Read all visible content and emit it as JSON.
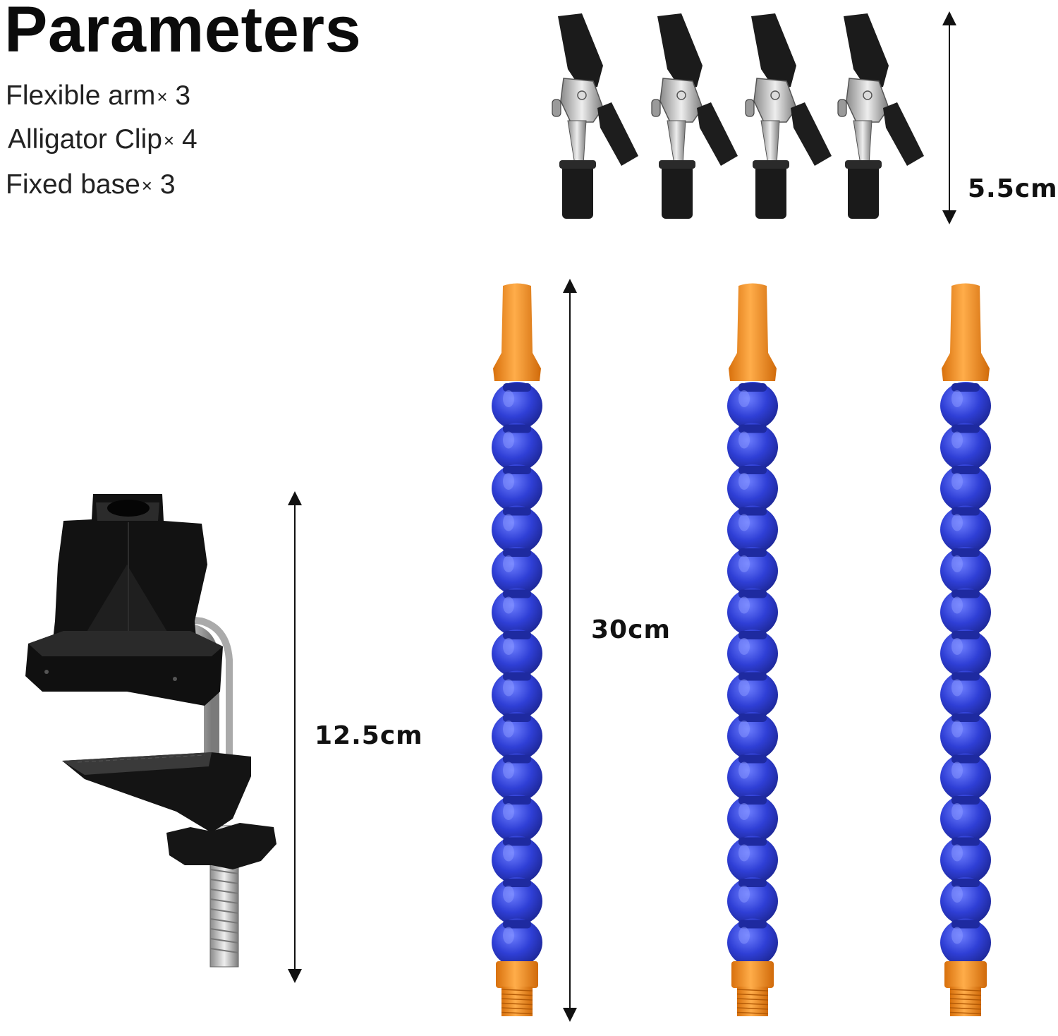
{
  "header": {
    "title": "Parameters"
  },
  "specs": [
    {
      "name": "Flexible arm",
      "qty": "3"
    },
    {
      "name": "Alligator Clip",
      "qty": "4"
    },
    {
      "name": "Fixed base",
      "qty": "3"
    }
  ],
  "times_symbol": "×",
  "dimensions": {
    "clip_height": "5.5cm",
    "arm_length": "30cm",
    "base_height": "12.5cm"
  },
  "colors": {
    "arm_blue": "#2f3fd6",
    "arm_orange": "#f08a1c",
    "clip_black": "#1a1a1a",
    "metal": "#c9c9c9"
  }
}
